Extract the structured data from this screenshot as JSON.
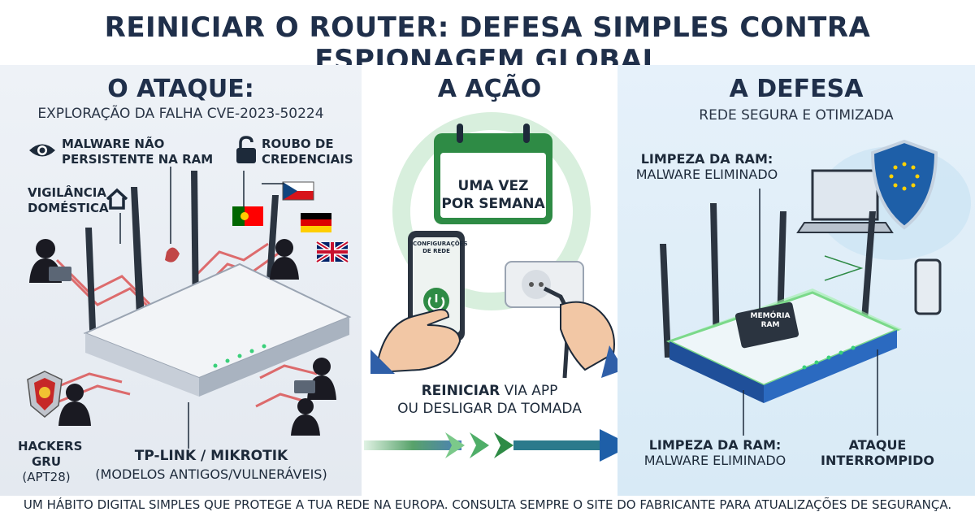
{
  "title": "REINICIAR O ROUTER: DEFESA SIMPLES CONTRA ESPIONAGEM GLOBAL",
  "attack": {
    "heading": "O ATAQUE:",
    "subtitle": "EXPLORAÇÃO DA FALHA CVE-2023-50224",
    "malware_label_1": "MALWARE NÃO",
    "malware_label_2": "PERSISTENTE NA RAM",
    "credentials_label_1": "ROUBO DE",
    "credentials_label_2": "CREDENCIAIS",
    "surveillance_label_1": "VIGILÂNCIA",
    "surveillance_label_2": "DOMÉSTICA",
    "hackers_label_1": "HACKERS",
    "hackers_label_2": "GRU",
    "hackers_label_3": "(APT28)",
    "router_label_1": "TP-LINK / MIKROTIK",
    "router_label_2": "(MODELOS ANTIGOS/VULNERÁVEIS)"
  },
  "action": {
    "heading": "A AÇÃO",
    "calendar_text_1": "UMA VEZ",
    "calendar_text_2": "POR SEMANA",
    "phone_text_1": "CONFIGURAÇÕES",
    "phone_text_2": "DE REDE",
    "caption_bold": "REINICIAR",
    "caption_rest": " VIA APP",
    "caption_line2": "OU DESLIGAR DA TOMADA"
  },
  "defense": {
    "heading": "A DEFESA",
    "subtitle": "REDE SEGURA E OTIMIZADA",
    "ram_top_1": "LIMPEZA DA RAM:",
    "ram_top_2": "MALWARE ELIMINADO",
    "chip_1": "MEMÓRIA",
    "chip_2": "RAM",
    "ram_bottom_1": "LIMPEZA DA RAM:",
    "ram_bottom_2": "MALWARE ELIMINADO",
    "interrupted_1": "ATAQUE",
    "interrupted_2": "INTERROMPIDO"
  },
  "footer": "UM HÁBITO DIGITAL SIMPLES QUE PROTEGE A TUA REDE NA EUROPA. CONSULTA SEMPRE O SITE DO FABRICANTE PARA ATUALIZAÇÕES DE SEGURANÇA.",
  "colors": {
    "title": "#1f2f4a",
    "attack_red": "#c62828",
    "action_green": "#2e8b45",
    "defense_blue": "#1e5fa8",
    "glow_green": "#7be07a"
  }
}
